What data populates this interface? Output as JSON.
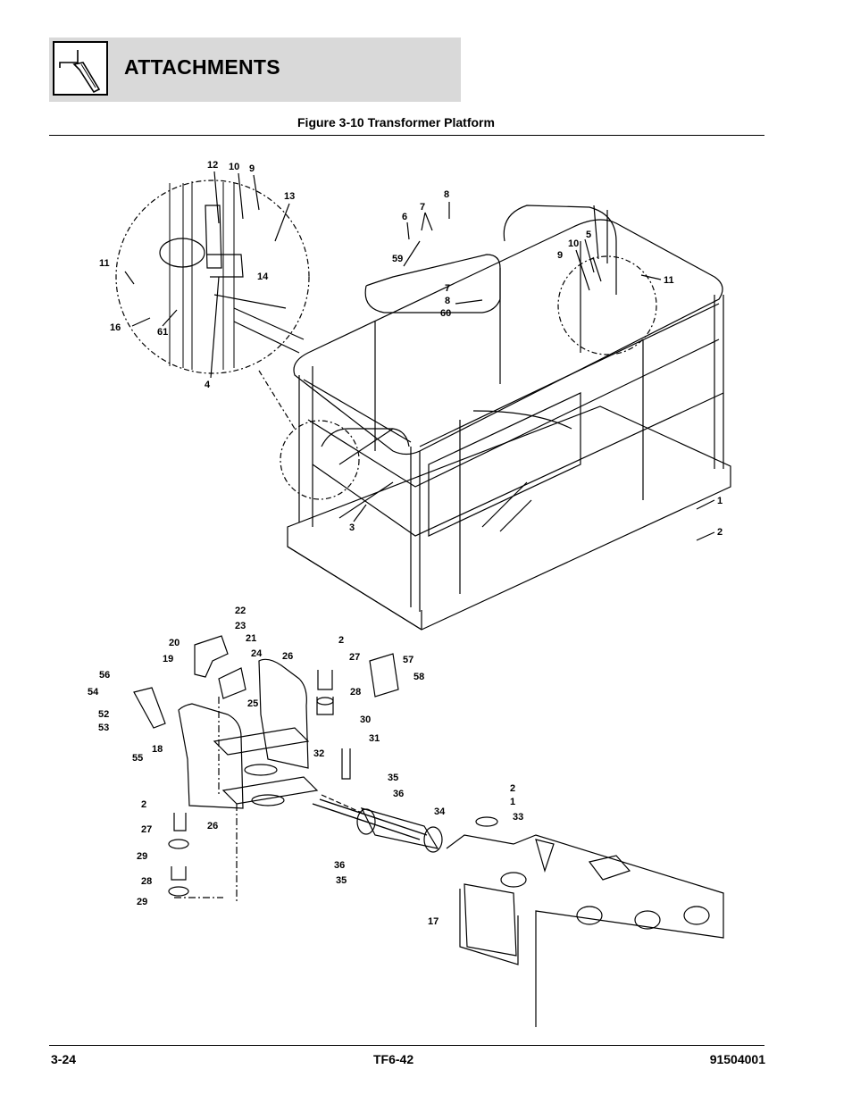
{
  "header": {
    "section_title": "ATTACHMENTS",
    "icon": "boom-arm-icon"
  },
  "figure": {
    "title": "Figure 3-10 Transformer Platform"
  },
  "callouts": {
    "c12": "12",
    "c10a": "10",
    "c9a": "9",
    "c13": "13",
    "c11a": "11",
    "c14": "14",
    "c16": "16",
    "c61": "61",
    "c4": "4",
    "c8a": "8",
    "c6": "6",
    "c7a": "7",
    "c59": "59",
    "c7b": "7",
    "c8b": "8",
    "c60": "60",
    "c10b": "10",
    "c5": "5",
    "c9b": "9",
    "c11b": "11",
    "c1a": "1",
    "c2a": "2",
    "c3": "3",
    "c22": "22",
    "c23": "23",
    "c20": "20",
    "c21": "21",
    "c19": "19",
    "c24": "24",
    "c26a": "26",
    "c2b": "2",
    "c27a": "27",
    "c57": "57",
    "c58": "58",
    "c56": "56",
    "c54": "54",
    "c25": "25",
    "c28a": "28",
    "c52": "52",
    "c53": "53",
    "c30": "30",
    "c31": "31",
    "c55": "55",
    "c18": "18",
    "c32": "32",
    "c35a": "35",
    "c36a": "36",
    "c2c": "2",
    "c1b": "1",
    "c33": "33",
    "c34": "34",
    "c2d": "2",
    "c27b": "27",
    "c26b": "26",
    "c29a": "29",
    "c36b": "36",
    "c28b": "28",
    "c35b": "35",
    "c29b": "29",
    "c17": "17"
  },
  "footer": {
    "page_num": "3-24",
    "model": "TF6-42",
    "doc_num": "91504001"
  }
}
